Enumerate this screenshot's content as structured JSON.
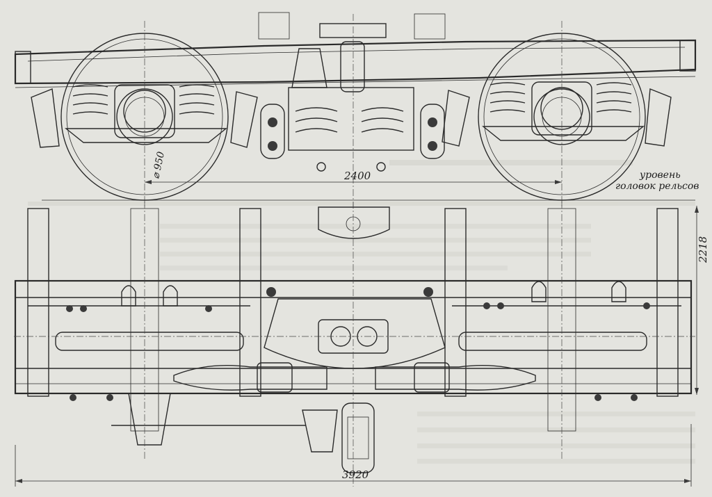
{
  "dimensions": {
    "wheel_diameter": "⌀ 950",
    "wheelbase": "2400",
    "width": "2218",
    "overall_length": "3920"
  },
  "annotations": {
    "rail_level_line1": "уровень",
    "rail_level_line2": "головок рельсов"
  },
  "colors": {
    "paper": "#e4e4df",
    "ink": "#2a2a2a"
  }
}
